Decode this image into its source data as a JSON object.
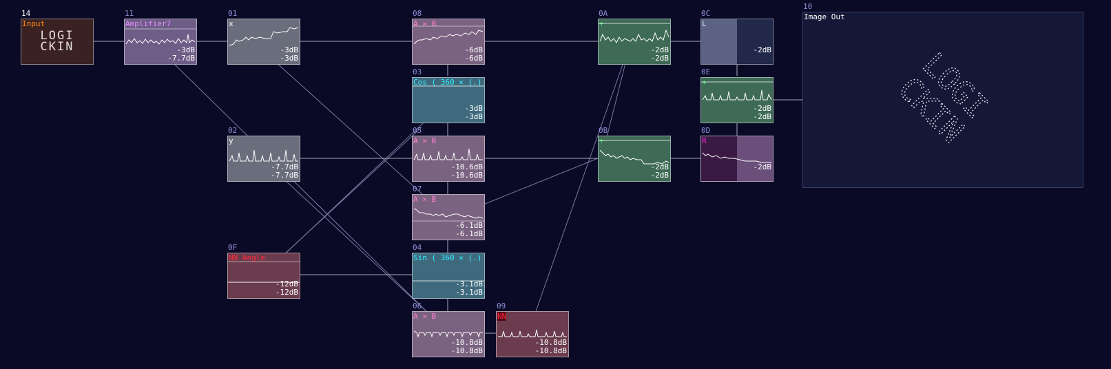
{
  "canvas": {
    "background": "#0a0a26"
  },
  "nodes": {
    "n14": {
      "id": "14",
      "label": "Input",
      "logo_line1": "LOGI",
      "logo_line2": "CKIN"
    },
    "n11": {
      "id": "11",
      "label": "Amplifier7",
      "db1": "-3dB",
      "db2": "-7.7dB"
    },
    "n01": {
      "id": "01",
      "label": "x",
      "db1": "-3dB",
      "db2": "-3dB"
    },
    "n08": {
      "id": "08",
      "label": "A × B",
      "db1": "-6dB",
      "db2": "-6dB"
    },
    "n03": {
      "id": "03",
      "label": "Cos ( 360 × (.)",
      "db1": "-3dB",
      "db2": "-3dB"
    },
    "n05": {
      "id": "05",
      "label": "A × B",
      "db1": "-10.6dB",
      "db2": "-10.6dB"
    },
    "n07": {
      "id": "07",
      "label": "A × B",
      "db1": "-6.1dB",
      "db2": "-6.1dB"
    },
    "n04": {
      "id": "04",
      "label": "Sin ( 360 × (.)",
      "db1": "-3.1dB",
      "db2": "-3.1dB"
    },
    "n06": {
      "id": "06",
      "label": "A × B",
      "db1": "-10.8dB",
      "db2": "-10.8dB"
    },
    "n09": {
      "id": "09",
      "label": "NN",
      "db1": "-10.8dB",
      "db2": "-10.8dB"
    },
    "n02": {
      "id": "02",
      "label": "y",
      "db1": "-7.7dB",
      "db2": "-7.7dB"
    },
    "n0F": {
      "id": "0F",
      "label": "NN Angle",
      "db1": "-12dB",
      "db2": "-12dB"
    },
    "n0A": {
      "id": "0A",
      "label": "+",
      "db1": "-2dB",
      "db2": "-2dB"
    },
    "n0B": {
      "id": "0B",
      "label": "+",
      "db1": "-2dB",
      "db2": "-2dB"
    },
    "n0C": {
      "id": "0C",
      "label": "L",
      "db1": "-2dB"
    },
    "n0E": {
      "id": "0E",
      "label": "+",
      "db1": "-2dB",
      "db2": "-2dB"
    },
    "n0D": {
      "id": "0D",
      "label": "R",
      "db1": "-2dB"
    },
    "n10": {
      "id": "10",
      "label": "Image Out",
      "art_line1": "LOGI",
      "art_line2": "CKIN"
    }
  },
  "colors": {
    "label_orange": "#ff8a1a",
    "label_violet": "#e48cff",
    "label_pink": "#ff7fd0",
    "label_cyan": "#33f0ff",
    "label_red": "#ff2a3a",
    "label_green": "#46f06a",
    "label_magenta": "#ff2ad4",
    "node_id": "#8f91d8",
    "wire": "#c8c8d8"
  }
}
